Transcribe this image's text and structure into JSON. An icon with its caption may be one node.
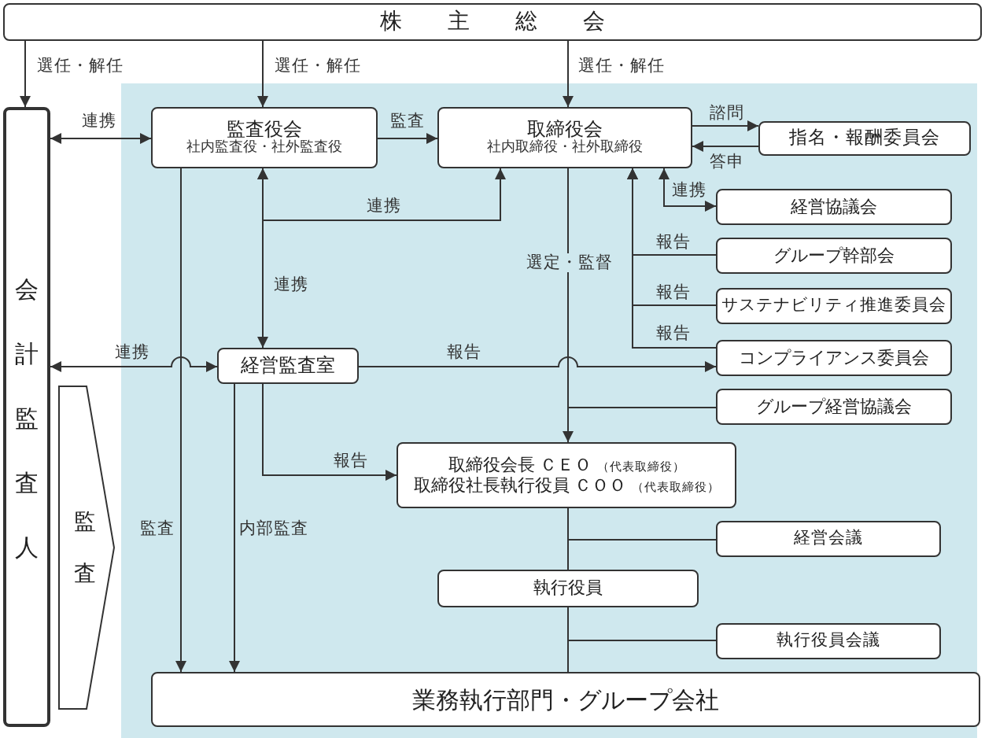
{
  "diagram": {
    "nodes": [
      {
        "text": [
          "株主総会"
        ]
      },
      {
        "text": [
          "会計監査人"
        ]
      },
      {
        "text": [
          "監査役会",
          "社内監査役・社外監査役"
        ]
      },
      {
        "text": [
          "取締役会",
          "社内取締役・社外取締役"
        ]
      },
      {
        "text": [
          "指名・報酬委員会"
        ]
      },
      {
        "text": [
          "経営協議会"
        ]
      },
      {
        "text": [
          "グループ幹部会"
        ]
      },
      {
        "text": [
          "サステナビリティ推進委員会"
        ]
      },
      {
        "text": [
          "コンプライアンス委員会"
        ]
      },
      {
        "text": [
          "グループ経営協議会"
        ]
      },
      {
        "text": [
          "経営監査室"
        ]
      },
      {
        "text": [
          "取締役会長 ＣＥＯ",
          "（代表取締役）",
          "取締役社長執行役員 ＣＯＯ",
          "（代表取締役）"
        ]
      },
      {
        "text": [
          "経営会議"
        ]
      },
      {
        "text": [
          "執行役員"
        ]
      },
      {
        "text": [
          "執行役員会議"
        ]
      },
      {
        "text": [
          "業務執行部門・グループ会社"
        ]
      },
      {
        "text": [
          "監査"
        ]
      }
    ],
    "edges": [
      {
        "from": 0,
        "to": 1,
        "arrow": "to",
        "label": "選任・解任"
      },
      {
        "from": 0,
        "to": 2,
        "arrow": "to",
        "label": "選任・解任"
      },
      {
        "from": 0,
        "to": 3,
        "arrow": "to",
        "label": "選任・解任"
      },
      {
        "from": 2,
        "to": 1,
        "arrow": "both",
        "label": "連携"
      },
      {
        "from": 2,
        "to": 3,
        "arrow": "to",
        "label": "監査"
      },
      {
        "from": 3,
        "to": 4,
        "arrow": "to",
        "label": "諮問"
      },
      {
        "from": 4,
        "to": 3,
        "arrow": "to",
        "label": "答申"
      },
      {
        "from": 2,
        "to": 3,
        "arrow": "both",
        "label": "連携"
      },
      {
        "from": 2,
        "to": 10,
        "arrow": "both",
        "label": "連携"
      },
      {
        "from": 3,
        "to": 5,
        "arrow": "both",
        "label": "連携"
      },
      {
        "from": 6,
        "to": 3,
        "arrow": "to",
        "label": "報告"
      },
      {
        "from": 7,
        "to": 3,
        "arrow": "to",
        "label": "報告"
      },
      {
        "from": 8,
        "to": 3,
        "arrow": "to",
        "label": "報告"
      },
      {
        "from": 3,
        "to": 11,
        "arrow": "to",
        "label": "選定・監督"
      },
      {
        "from": 9,
        "to": 11,
        "arrow": "none"
      },
      {
        "from": 1,
        "to": 10,
        "arrow": "both",
        "label": "連携"
      },
      {
        "from": 10,
        "to": 8,
        "arrow": "to",
        "label": "報告"
      },
      {
        "from": 10,
        "to": 11,
        "arrow": "to",
        "label": "報告"
      },
      {
        "from": 2,
        "to": 15,
        "arrow": "to",
        "label": "監査"
      },
      {
        "from": 10,
        "to": 15,
        "arrow": "to",
        "label": "内部監査"
      },
      {
        "from": 11,
        "to": 12,
        "arrow": "none"
      },
      {
        "from": 11,
        "to": 13,
        "arrow": "none"
      },
      {
        "from": 13,
        "to": 14,
        "arrow": "none"
      },
      {
        "from": 13,
        "to": 15,
        "arrow": "none"
      }
    ]
  }
}
